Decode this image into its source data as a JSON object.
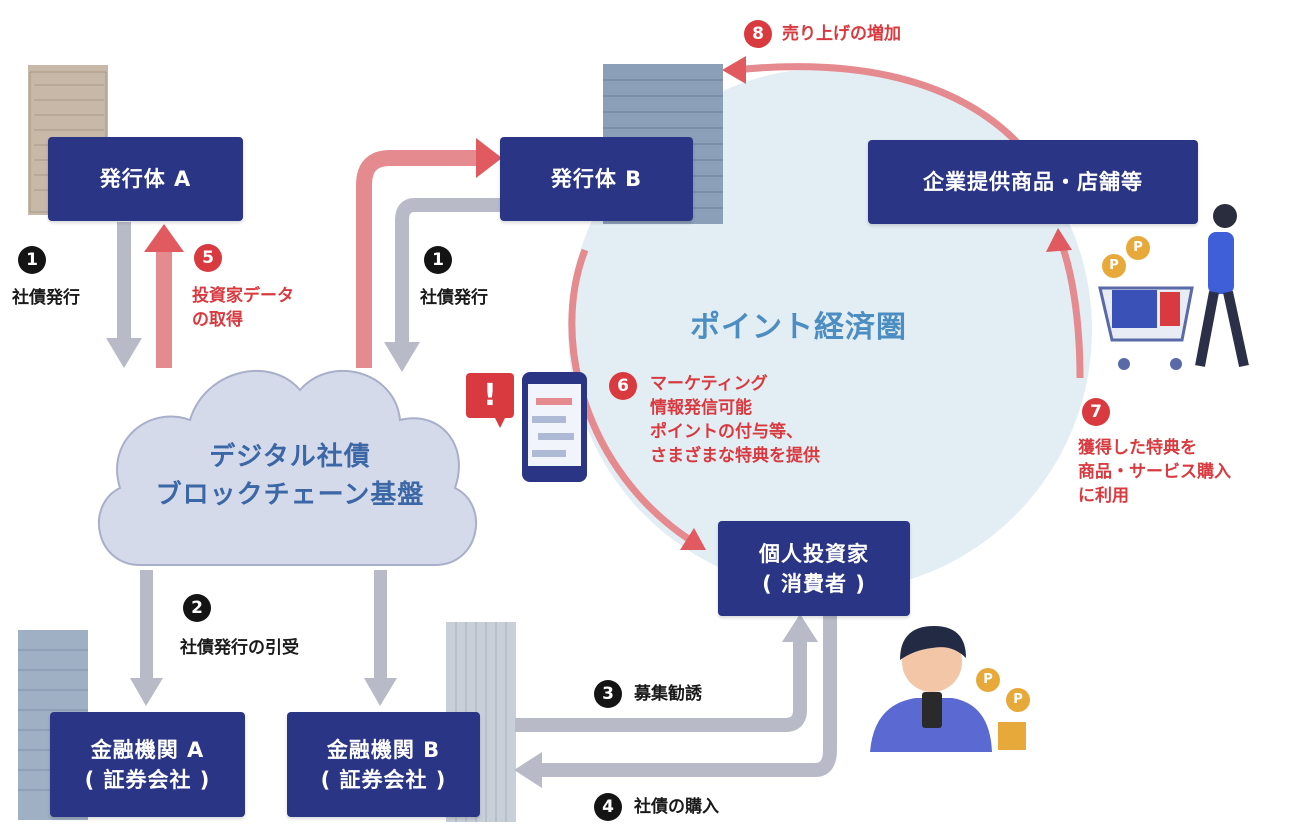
{
  "center_label": "ポイント経済圏",
  "cloud": {
    "line1": "デジタル社債",
    "line2": "ブロックチェーン基盤"
  },
  "boxes": {
    "issuer_a": "発行体 A",
    "issuer_b": "発行体 B",
    "company": "企業提供商品・店舗等",
    "investor": {
      "line1": "個人投資家",
      "line2": "( 消費者 )"
    },
    "fin_a": {
      "line1": "金融機関 A",
      "line2": "( 証券会社 )"
    },
    "fin_b": {
      "line1": "金融機関 B",
      "line2": "( 証券会社 )"
    }
  },
  "steps": {
    "s1": {
      "num": "1",
      "text": "社債発行"
    },
    "s2": {
      "num": "2",
      "text": "社債発行の引受"
    },
    "s3": {
      "num": "3",
      "text": "募集勧誘"
    },
    "s4": {
      "num": "4",
      "text": "社債の購入"
    },
    "s5": {
      "num": "5",
      "line1": "投資家データ",
      "line2": "の取得"
    },
    "s6": {
      "num": "6",
      "line1": "マーケティング",
      "line2": "情報発信可能",
      "line3": "ポイントの付与等、",
      "line4": "さまざまな特典を提供"
    },
    "s7": {
      "num": "7",
      "line1": "獲得した特典を",
      "line2": "商品・サービス購入",
      "line3": "に利用"
    },
    "s8": {
      "num": "8",
      "text": "売り上げの増加"
    }
  },
  "icons": {
    "alert": "!",
    "coin": "P"
  },
  "colors": {
    "navy": "#2b3585",
    "red": "#d83a3f",
    "gray_arrow": "#b9bac7",
    "circle_fill": "#e3edf4",
    "cloud_fill": "#d5daeb"
  }
}
